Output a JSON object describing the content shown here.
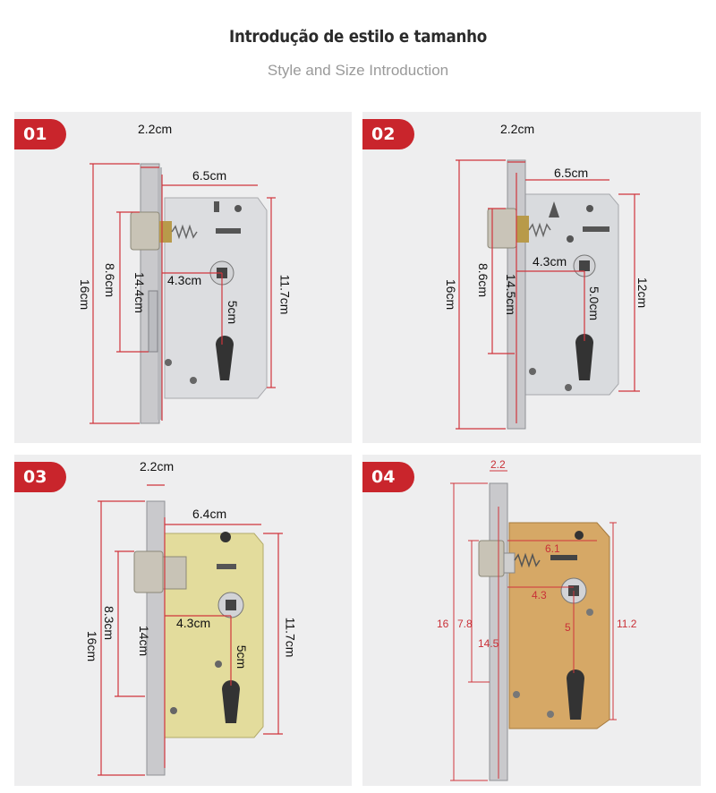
{
  "header": {
    "title": "Introdução de estilo e tamanho",
    "subtitle": "Style and Size Introduction"
  },
  "panels": [
    {
      "badge": "01",
      "labels": {
        "faceplate_width": "2.2cm",
        "case_width": "6.5cm",
        "total_height": "16cm",
        "latch_spacing": "8.6cm",
        "faceplate_inner": "14.4cm",
        "backset": "4.3cm",
        "center_distance": "5cm",
        "case_height": "11.7cm"
      },
      "colors": {
        "case": "#dcdde0"
      }
    },
    {
      "badge": "02",
      "labels": {
        "faceplate_width": "2.2cm",
        "case_width": "6.5cm",
        "total_height": "16cm",
        "latch_spacing": "8.6cm",
        "faceplate_inner": "14.5cm",
        "backset": "4.3cm",
        "center_distance": "5.0cm",
        "case_height": "12cm"
      },
      "colors": {
        "case": "#d9dbde"
      }
    },
    {
      "badge": "03",
      "labels": {
        "faceplate_width": "2.2cm",
        "case_width": "6.4cm",
        "total_height": "16cm",
        "latch_spacing": "8.3cm",
        "faceplate_inner": "14cm",
        "backset": "4.3cm",
        "center_distance": "5cm",
        "case_height": "11.7cm"
      },
      "colors": {
        "case": "#e3dc9c"
      }
    },
    {
      "badge": "04",
      "labels": {
        "faceplate_width": "2.2",
        "case_width": "6.1",
        "total_height": "16",
        "latch_spacing": "7.8",
        "faceplate_inner": "14.5",
        "backset": "4.3",
        "center_distance": "5",
        "case_height": "11.2"
      },
      "colors": {
        "case": "#d6a866"
      }
    }
  ],
  "colors": {
    "accent": "#c9252c",
    "dimension_line": "#d0353c",
    "panel_bg": "#eeeeef",
    "faceplate": "#c9c9cc"
  }
}
